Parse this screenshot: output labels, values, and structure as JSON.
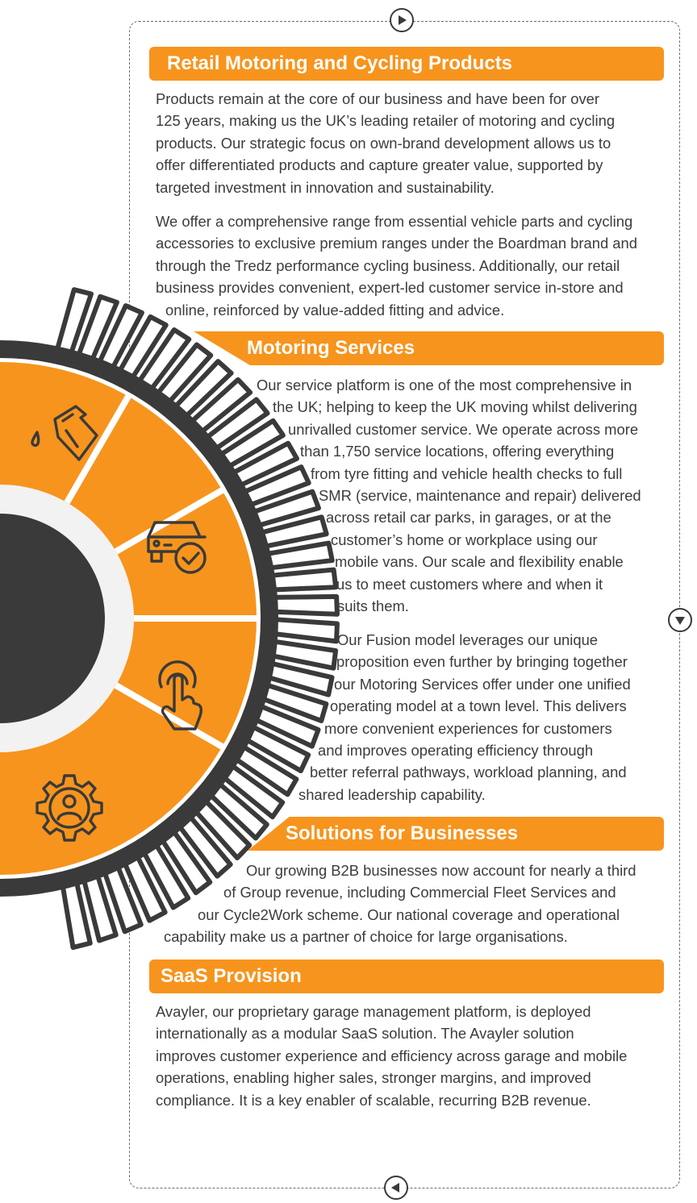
{
  "navigation": {
    "top_icon": "play-right-icon",
    "right_icon": "play-down-icon",
    "bottom_icon": "play-left-icon"
  },
  "colors": {
    "accent": "#f7941d",
    "dark": "#3a3a3a",
    "light_ring": "#f2f2f2"
  },
  "sections": [
    {
      "heading": "Retail Motoring and Cycling Products",
      "paragraphs": [
        [
          "Products remain at the core of our business and have been for over",
          "125 years, making us the UK’s leading retailer of motoring and cycling",
          "products. Our strategic focus on own-brand development allows us to",
          "offer differentiated products and capture greater value, supported by",
          "targeted investment in innovation and sustainability."
        ],
        [
          "We offer a comprehensive range from essential vehicle parts and cycling",
          "accessories to exclusive premium ranges under the Boardman brand and",
          "through the Tredz performance cycling business. Additionally, our retail",
          "business provides convenient, expert-led customer service in-store and",
          "online, reinforced by value-added fitting and advice."
        ]
      ]
    },
    {
      "heading": "Motoring Services",
      "paragraphs": [
        [
          "Our service platform is one of the most comprehensive in",
          "the UK; helping to keep the UK moving whilst delivering",
          "unrivalled customer service. We operate across more",
          "than 1,750 service locations, offering everything",
          "from tyre fitting and vehicle health checks to full",
          "SMR (service, maintenance and repair) delivered",
          "across retail car parks, in garages, or at the",
          "customer’s home or workplace using our",
          "mobile vans. Our scale and flexibility enable",
          "us to meet customers where and when it",
          "suits them."
        ],
        [
          "Our Fusion model leverages our unique",
          "proposition even further by bringing together",
          "our Motoring Services offer under one unified",
          "operating model at a town level. This delivers",
          "more convenient experiences for customers",
          "and improves operating efficiency through",
          "better referral pathways, workload planning, and",
          "shared leadership capability."
        ]
      ]
    },
    {
      "heading": "Solutions for Businesses",
      "paragraphs": [
        [
          "Our growing B2B businesses now account for nearly a third",
          "of Group revenue, including Commercial Fleet Services and",
          "our Cycle2Work scheme. Our national coverage and operational",
          "capability make us a partner of choice for large organisations."
        ]
      ]
    },
    {
      "heading": "SaaS Provision",
      "paragraphs": [
        [
          "Avayler, our proprietary garage management platform, is deployed",
          "internationally as a modular SaaS solution. The Avayler solution",
          "improves customer experience and efficiency across garage and mobile",
          "operations, enabling higher sales, stronger margins, and improved",
          "compliance. It is a key enabler of scalable, recurring B2B revenue."
        ]
      ]
    }
  ],
  "wheel_icons": [
    "fuel-can-icon",
    "car-check-icon",
    "touch-tap-icon",
    "gear-person-icon"
  ]
}
